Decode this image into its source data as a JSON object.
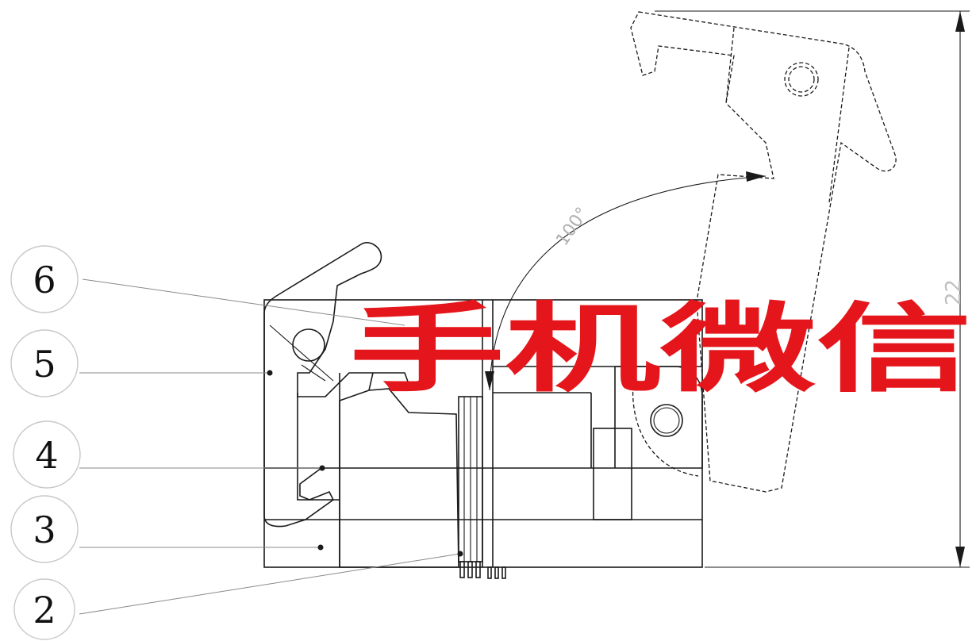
{
  "callouts": [
    {
      "label": "6"
    },
    {
      "label": "5"
    },
    {
      "label": "4"
    },
    {
      "label": "3"
    },
    {
      "label": "2"
    }
  ],
  "angle_label": "100°",
  "dimension_label": "22",
  "watermark_text": "手机微信",
  "colors": {
    "line": "#1a1a1a",
    "leader": "#8a8a8a",
    "watermark": "#e5161b",
    "callout_border": "#c8c8c8"
  }
}
